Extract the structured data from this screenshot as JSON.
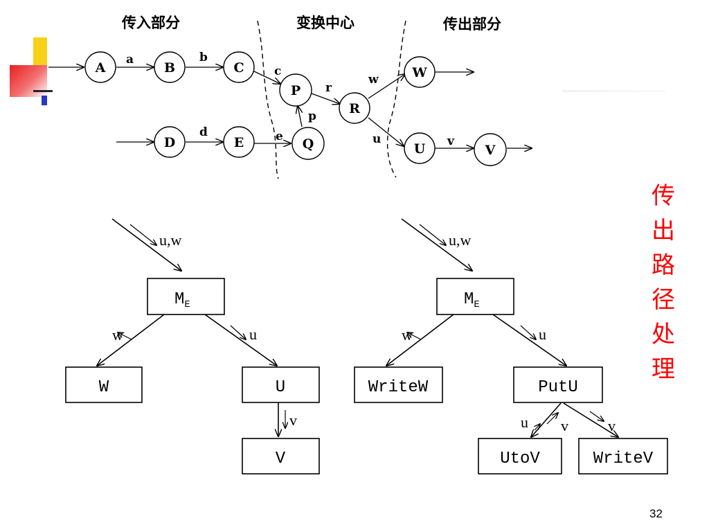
{
  "top_diagram": {
    "sections": {
      "input": "传入部分",
      "transform": "变换中心",
      "output": "传出部分"
    },
    "nodes": {
      "A": "A",
      "B": "B",
      "C": "C",
      "D": "D",
      "E": "E",
      "P": "P",
      "Q": "Q",
      "R": "R",
      "W": "W",
      "U": "U",
      "V": "V"
    },
    "edges": {
      "a": "a",
      "b": "b",
      "c": "c",
      "d": "d",
      "e": "e",
      "p": "p",
      "r": "r",
      "w": "w",
      "u": "u",
      "v": "v"
    }
  },
  "left_tree": {
    "in_label": "u,w",
    "root": "M",
    "root_sub": "E",
    "left_edge": "w",
    "right_edge": "u",
    "left_box": "W",
    "right_box": "U",
    "down_edge": "v",
    "bottom_box": "V"
  },
  "right_tree": {
    "in_label": "u,w",
    "root": "M",
    "root_sub": "E",
    "left_edge": "w",
    "right_edge": "u",
    "left_box": "WriteW",
    "right_box": "PutU",
    "edge_u": "u",
    "edge_v1": "v",
    "edge_v2": "v",
    "box_utov": "UtoV",
    "box_writev": "WriteV"
  },
  "side_title": "传出路径处理",
  "page_number": "32"
}
